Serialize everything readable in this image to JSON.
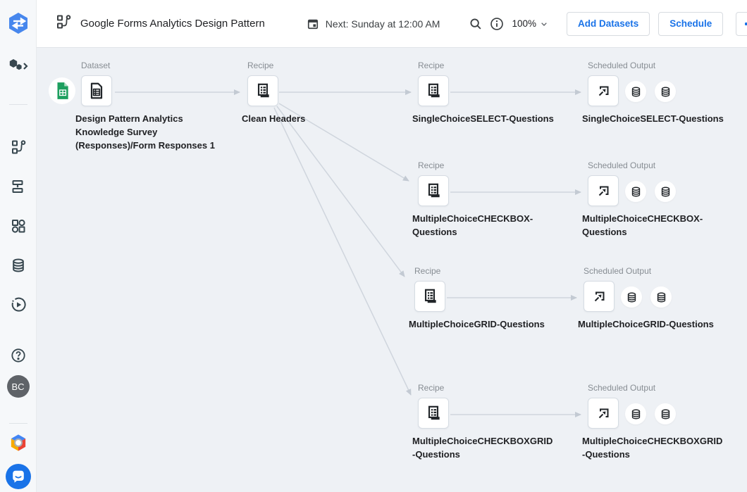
{
  "colors": {
    "accent": "#1a73e8",
    "canvas_bg": "#eef1f5",
    "edge": "#cfd5dd",
    "sheets_green": "#1d9f5f",
    "avatar_bg": "#5f6368"
  },
  "header": {
    "title": "Google Forms Analytics Design Pattern",
    "next_run_label": "Next: Sunday at 12:00 AM",
    "zoom_value": "100%",
    "add_datasets_label": "Add Datasets",
    "schedule_label": "Schedule",
    "icons": [
      "flow-icon",
      "calendar-icon",
      "search-icon",
      "info-icon",
      "chevron-down-icon",
      "ellipsis-icon"
    ]
  },
  "sidebar": {
    "avatar_initials": "BC",
    "icons": [
      "dataprep-logo",
      "apps-hexagons-expand-icon",
      "flows-icon",
      "import-data-icon",
      "library-icon",
      "connections-database-icon",
      "job-history-icon",
      "help-icon",
      "google-cloud-icon",
      "support-chat-icon"
    ]
  },
  "canvas": {
    "nodes": [
      {
        "kind": "dataset",
        "type_label": "Dataset",
        "name": "Design Pattern Analytics Knowledge Survey (Responses)/Form Responses 1",
        "icon": "table-document-icon",
        "badge": "google-sheets-icon"
      },
      {
        "kind": "recipe",
        "type_label": "Recipe",
        "name": "Clean Headers",
        "icon": "recipe-icon"
      },
      {
        "kind": "recipe",
        "type_label": "Recipe",
        "name": "SingleChoiceSELECT-Questions",
        "icon": "recipe-icon"
      },
      {
        "kind": "output",
        "type_label": "Scheduled Output",
        "name": "SingleChoiceSELECT-Questions",
        "icon": "output-arrow-icon",
        "attachments": [
          "database-icon",
          "database-icon"
        ]
      },
      {
        "kind": "recipe",
        "type_label": "Recipe",
        "name": "MultipleChoiceCHECKBOX-Questions",
        "icon": "recipe-icon"
      },
      {
        "kind": "output",
        "type_label": "Scheduled Output",
        "name": "MultipleChoiceCHECKBOX-Questions",
        "icon": "output-arrow-icon",
        "attachments": [
          "database-icon",
          "database-icon"
        ]
      },
      {
        "kind": "recipe",
        "type_label": "Recipe",
        "name": "MultipleChoiceGRID-Questions",
        "icon": "recipe-icon"
      },
      {
        "kind": "output",
        "type_label": "Scheduled Output",
        "name": "MultipleChoiceGRID-Questions",
        "icon": "output-arrow-icon",
        "attachments": [
          "database-icon",
          "database-icon"
        ]
      },
      {
        "kind": "recipe",
        "type_label": "Recipe",
        "name": "MultipleChoiceCHECKBOXGRID-Questions",
        "icon": "recipe-icon"
      },
      {
        "kind": "output",
        "type_label": "Scheduled Output",
        "name": "MultipleChoiceCHECKBOXGRID-Questions",
        "icon": "output-arrow-icon",
        "attachments": [
          "database-icon",
          "database-icon"
        ]
      }
    ]
  }
}
